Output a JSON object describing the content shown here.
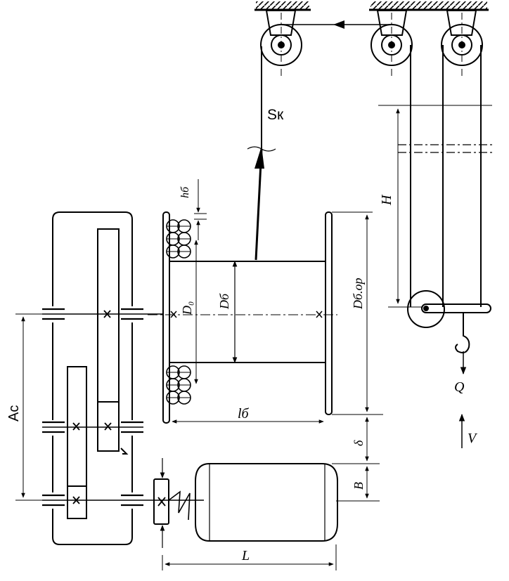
{
  "labels": {
    "sk": "Sк",
    "hb": "hб",
    "h": "H",
    "d0": "D₀",
    "db": "Dб",
    "dbor": "Dб.ор",
    "lb": "lб",
    "ac": "Ac",
    "delta": "δ",
    "b": "B",
    "l": "L",
    "q": "Q",
    "v": "V"
  },
  "colors": {
    "ink": "#000000",
    "paper": "#ffffff"
  }
}
